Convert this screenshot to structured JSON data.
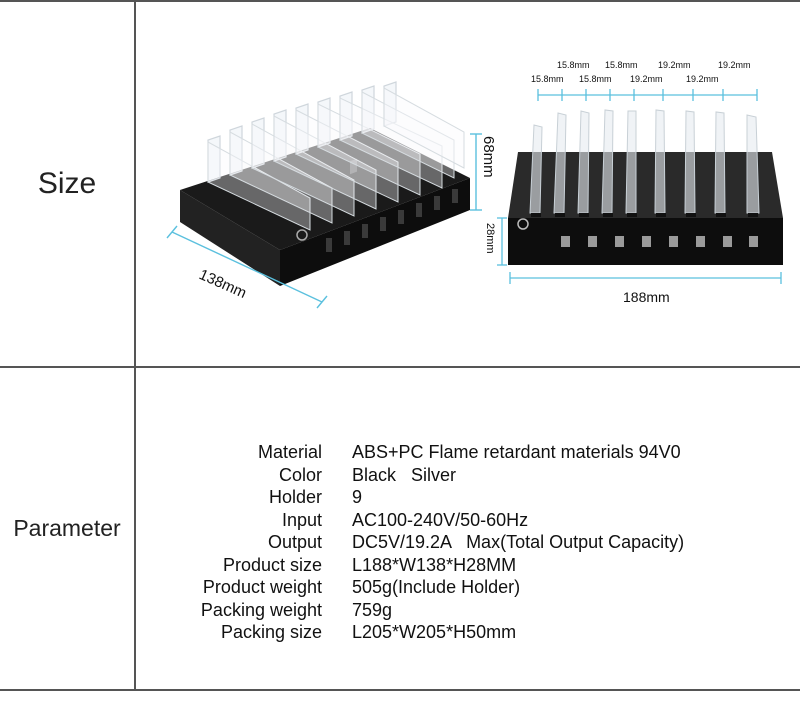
{
  "size": {
    "label": "Size",
    "left_view": {
      "width_label": "138mm",
      "height_label": "68mm"
    },
    "right_view": {
      "spacing_top": [
        "15.8mm",
        "15.8mm",
        "19.2mm",
        "19.2mm"
      ],
      "spacing_bottom": [
        "15.8mm",
        "15.8mm",
        "19.2mm",
        "19.2mm"
      ],
      "height_label": "28mm",
      "length_label": "188mm"
    }
  },
  "parameter": {
    "label": "Parameter",
    "rows": [
      {
        "key": "Material",
        "value": "ABS+PC Flame retardant materials 94V0"
      },
      {
        "key": "Color",
        "value": "Black   Silver"
      },
      {
        "key": "Holder",
        "value": "9"
      },
      {
        "key": "Input",
        "value": "AC100-240V/50-60Hz"
      },
      {
        "key": "Output",
        "value": "DC5V/19.2A   Max(Total Output Capacity)"
      },
      {
        "key": "Product size",
        "value": "L188*W138*H28MM"
      },
      {
        "key": "Product weight",
        "value": "505g(Include Holder)"
      },
      {
        "key": "Packing weight",
        "value": "759g"
      },
      {
        "key": "Packing size",
        "value": "L205*W205*H50mm"
      }
    ]
  },
  "colors": {
    "dimension_line": "#5bc0de",
    "device_body": "#0d0d0d",
    "grid_line": "#555555"
  }
}
